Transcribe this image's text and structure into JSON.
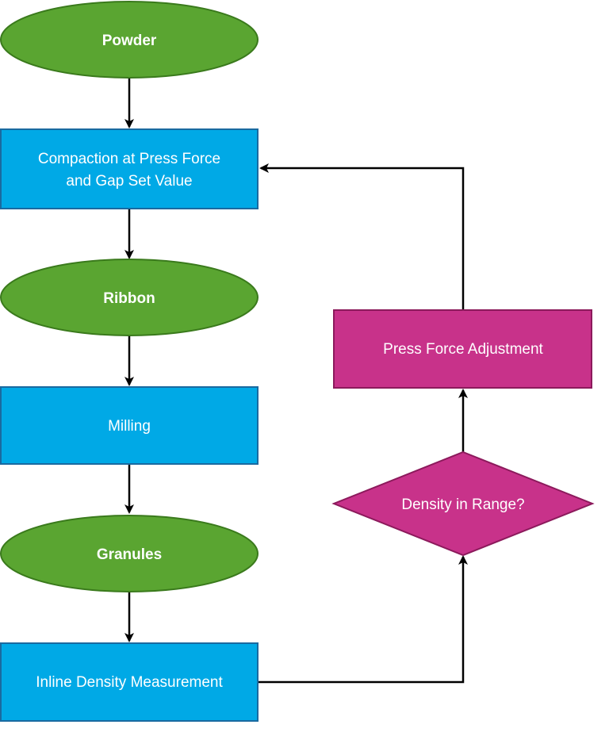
{
  "diagram": {
    "nodes": {
      "powder": {
        "label": "Powder",
        "shape": "ellipse",
        "fill": "#5aa531",
        "stroke": "#3a7a1c"
      },
      "compaction": {
        "label_lines": [
          "Compaction at Press Force",
          "and Gap Set Value"
        ],
        "shape": "rectangle",
        "fill": "#00a9e6",
        "stroke": "#1a6aa0"
      },
      "ribbon": {
        "label": "Ribbon",
        "shape": "ellipse",
        "fill": "#5aa531",
        "stroke": "#3a7a1c"
      },
      "milling": {
        "label": "Milling",
        "shape": "rectangle",
        "fill": "#00a9e6",
        "stroke": "#1a6aa0"
      },
      "granules": {
        "label": "Granules",
        "shape": "ellipse",
        "fill": "#5aa531",
        "stroke": "#3a7a1c"
      },
      "inline_density": {
        "label": "Inline Density Measurement",
        "shape": "rectangle",
        "fill": "#00a9e6",
        "stroke": "#1a6aa0"
      },
      "density_check": {
        "label": "Density in Range?",
        "shape": "diamond",
        "fill": "#c8328a",
        "stroke": "#8c1a5c"
      },
      "press_adjust": {
        "label": "Press Force Adjustment",
        "shape": "rectangle",
        "fill": "#c8328a",
        "stroke": "#8c1a5c"
      }
    },
    "edges": [
      {
        "from": "powder",
        "to": "compaction"
      },
      {
        "from": "compaction",
        "to": "ribbon"
      },
      {
        "from": "ribbon",
        "to": "milling"
      },
      {
        "from": "milling",
        "to": "granules"
      },
      {
        "from": "granules",
        "to": "inline_density"
      },
      {
        "from": "inline_density",
        "to": "density_check"
      },
      {
        "from": "density_check",
        "to": "press_adjust"
      },
      {
        "from": "press_adjust",
        "to": "compaction"
      }
    ],
    "edge_color": "#000000"
  }
}
